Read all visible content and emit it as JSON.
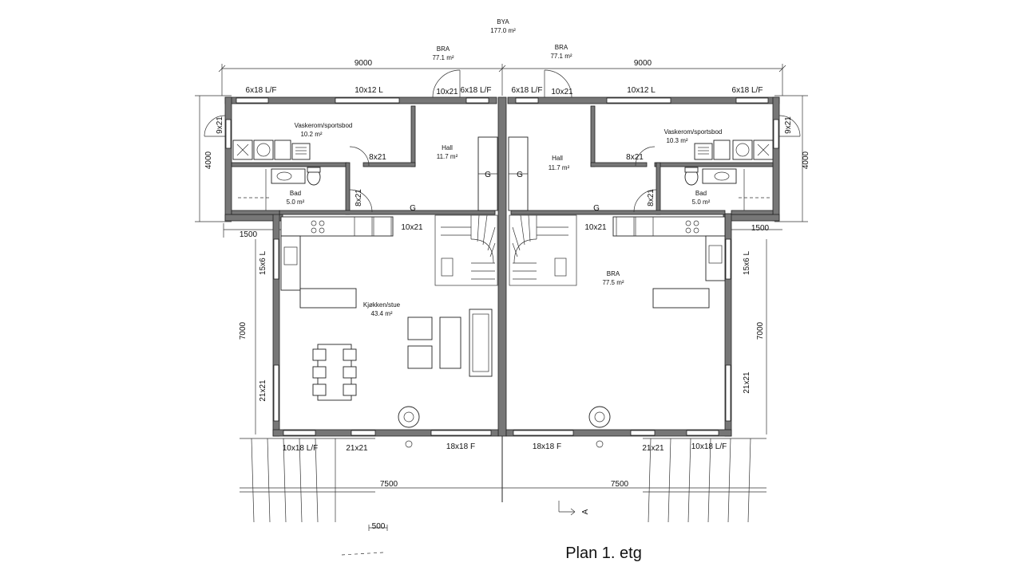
{
  "bya": {
    "label": "BYA",
    "area": "177.0 m²"
  },
  "bra_left": {
    "label": "BRA",
    "area": "77.1 m²"
  },
  "bra_right": {
    "label": "BRA",
    "area": "77.1 m²"
  },
  "dimensions": {
    "top_left": "9000",
    "top_right": "9000",
    "side_left_top": "4000",
    "side_right_top": "4000",
    "side_left_main": "7000",
    "side_right_main": "7000",
    "offset_left": "1500",
    "offset_right": "1500",
    "bottom_left": "7500",
    "bottom_right": "7500",
    "scale_bar": "500"
  },
  "windows": {
    "w1": "6x18 L/F",
    "w2": "10x12 L",
    "w3": "10x21",
    "w4": "6x18 L/F",
    "w5": "6x18 L/F",
    "w6": "10x21",
    "w7": "10x12 L",
    "w8": "6x18 L/F",
    "w9": "9x21",
    "w10": "9x21",
    "w11": "8x21",
    "w12": "8x21",
    "w13": "8x21",
    "w14": "8x21",
    "w15": "10x21",
    "w16": "10x21",
    "w17": "15x6 L",
    "w18": "15x6 L",
    "w19": "21x21",
    "w20": "21x21",
    "w21": "10x18 L/F",
    "w22": "21x21",
    "w23": "18x18 F",
    "w24": "18x18 F",
    "w25": "21x21",
    "w26": "10x18 L/F"
  },
  "rooms": {
    "vask_left": {
      "name": "Vaskerom/sportsbod",
      "area": "10.2 m²"
    },
    "vask_right": {
      "name": "Vaskerom/sportsbod",
      "area": "10.3 m²"
    },
    "hall_left": {
      "name": "Hall",
      "area": "11.7 m²"
    },
    "hall_right": {
      "name": "Hall",
      "area": "11.7 m²"
    },
    "bad_left": {
      "name": "Bad",
      "area": "5.0 m²"
    },
    "bad_right": {
      "name": "Bad",
      "area": "5.0 m²"
    },
    "kitchen_left": {
      "name": "Kjøkken/stue",
      "area": "43.4 m²"
    },
    "main_right": {
      "name": "BRA",
      "area": "77.5 m²"
    }
  },
  "marks": {
    "g": "G",
    "section": "A"
  },
  "plan_title": "Plan 1. etg"
}
